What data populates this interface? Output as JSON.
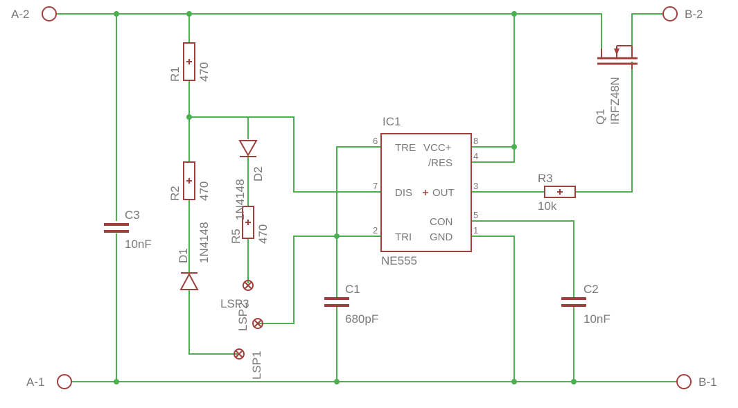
{
  "terminals": {
    "a2": "A-2",
    "a1": "A-1",
    "b2": "B-2",
    "b1": "B-1"
  },
  "components": {
    "r1": {
      "name": "R1",
      "value": "470"
    },
    "r2": {
      "name": "R2",
      "value": "470"
    },
    "r3": {
      "name": "R3",
      "value": "10k"
    },
    "r5": {
      "name": "R5",
      "value": "470"
    },
    "c1": {
      "name": "C1",
      "value": "680pF"
    },
    "c2": {
      "name": "C2",
      "value": "10nF"
    },
    "c3": {
      "name": "C3",
      "value": "10nF"
    },
    "d1": {
      "name": "D1",
      "value": "1N4148"
    },
    "d2": {
      "name": "D2",
      "value": "1N4148"
    },
    "q1": {
      "name": "Q1",
      "value": "IRFZ48N"
    },
    "lsp1": {
      "name": "LSP1"
    },
    "lsp2": {
      "name": "LSP2"
    },
    "lsp3": {
      "name": "LSP3"
    }
  },
  "ic1": {
    "name": "IC1",
    "value": "NE555",
    "pins": {
      "tre": {
        "label": "TRE",
        "number": "6"
      },
      "dis": {
        "label": "DIS",
        "number": "7"
      },
      "tri": {
        "label": "TRI",
        "number": "2"
      },
      "vcc": {
        "label": "VCC+",
        "number": "8"
      },
      "res": {
        "label": "/RES",
        "number": "4"
      },
      "out": {
        "label": "OUT",
        "number": "3"
      },
      "con": {
        "label": "CON",
        "number": "5"
      },
      "gnd": {
        "label": "GND",
        "number": "1"
      }
    }
  },
  "colors": {
    "wire": "#4caf50",
    "part": "#a0403c",
    "label": "#7a7a7a",
    "background": "#ffffff"
  }
}
